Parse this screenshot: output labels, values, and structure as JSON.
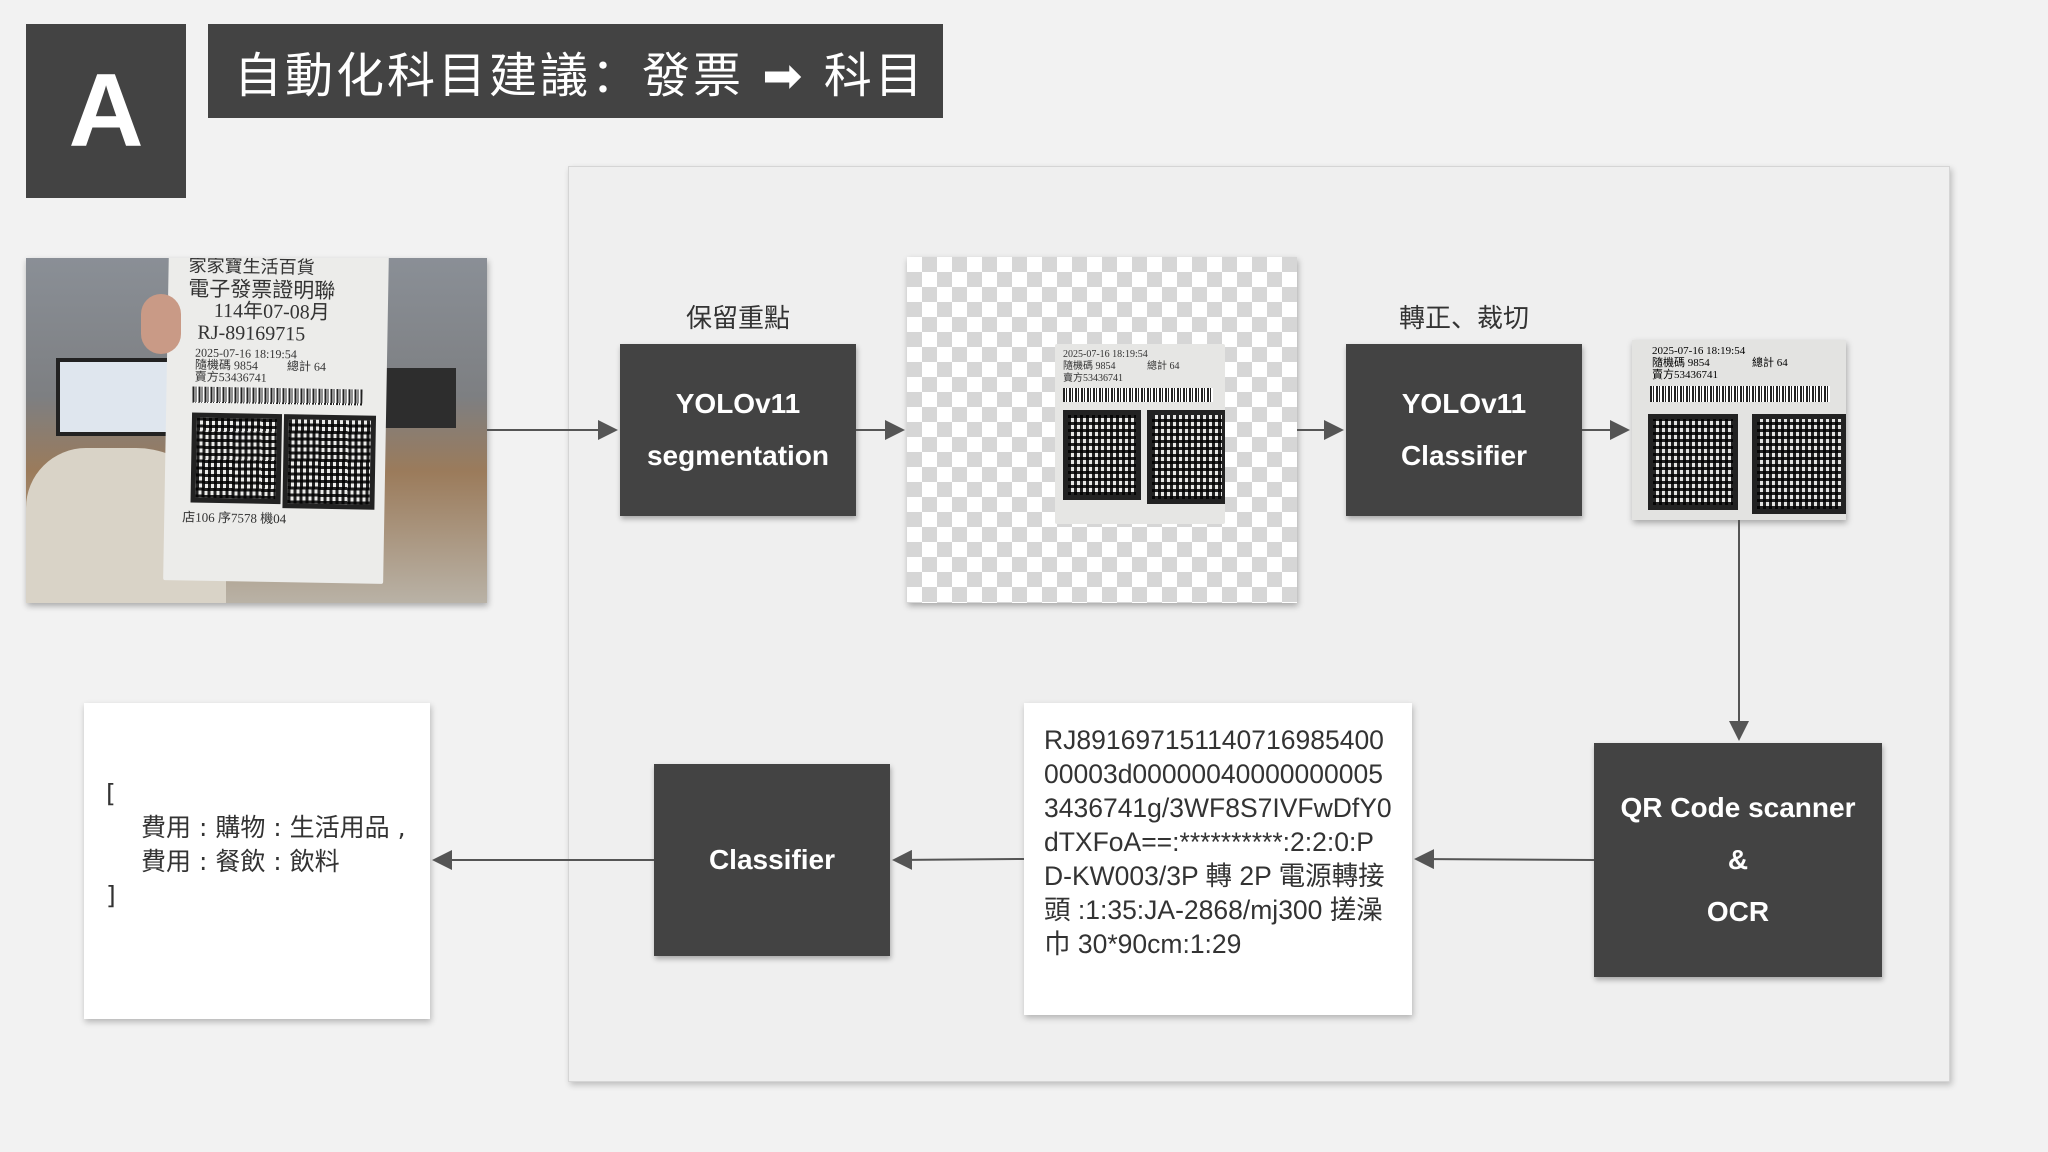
{
  "header": {
    "badge": "A",
    "title": "自動化科目建議：發票 ➡ 科目"
  },
  "steps": {
    "seg_label": "保留重點",
    "seg_box": [
      "YOLOv11",
      "segmentation"
    ],
    "cls_label": "轉正、裁切",
    "cls_box": [
      "YOLOv11",
      "Classifier"
    ],
    "qr_box": [
      "QR Code scanner",
      "&",
      "OCR"
    ],
    "final_box": "Classifier"
  },
  "decoded_text": "RJ89169715114071698540000003d000000400000000053436741g/3WF8S7IVFwDfY0dTXFoA==:**********:2:2:0:PD-KW003/3P 轉 2P 電源轉接頭 :1:35:JA-2868/mj300 搓澡巾 30*90cm:1:29",
  "result": {
    "open": "[",
    "items": [
      "費用 : 購物 : 生活用品 ,",
      "費用 : 餐飲 : 飲料"
    ],
    "close": "]"
  },
  "receipt_photo": {
    "store": "家家寶生活百貨",
    "doc_title": "電子發票證明聯",
    "period": "114年07-08月",
    "number": "RJ-89169715",
    "datetime": "2025-07-16 18:19:54",
    "random": "隨機碼 9854",
    "total": "總計 64",
    "seller": "賣方53436741",
    "footer": "店106 序7578 機04"
  },
  "colors": {
    "dark_box": "#434343",
    "background": "#f2f2f2",
    "panel": "#efefef",
    "arrow": "#555555"
  }
}
